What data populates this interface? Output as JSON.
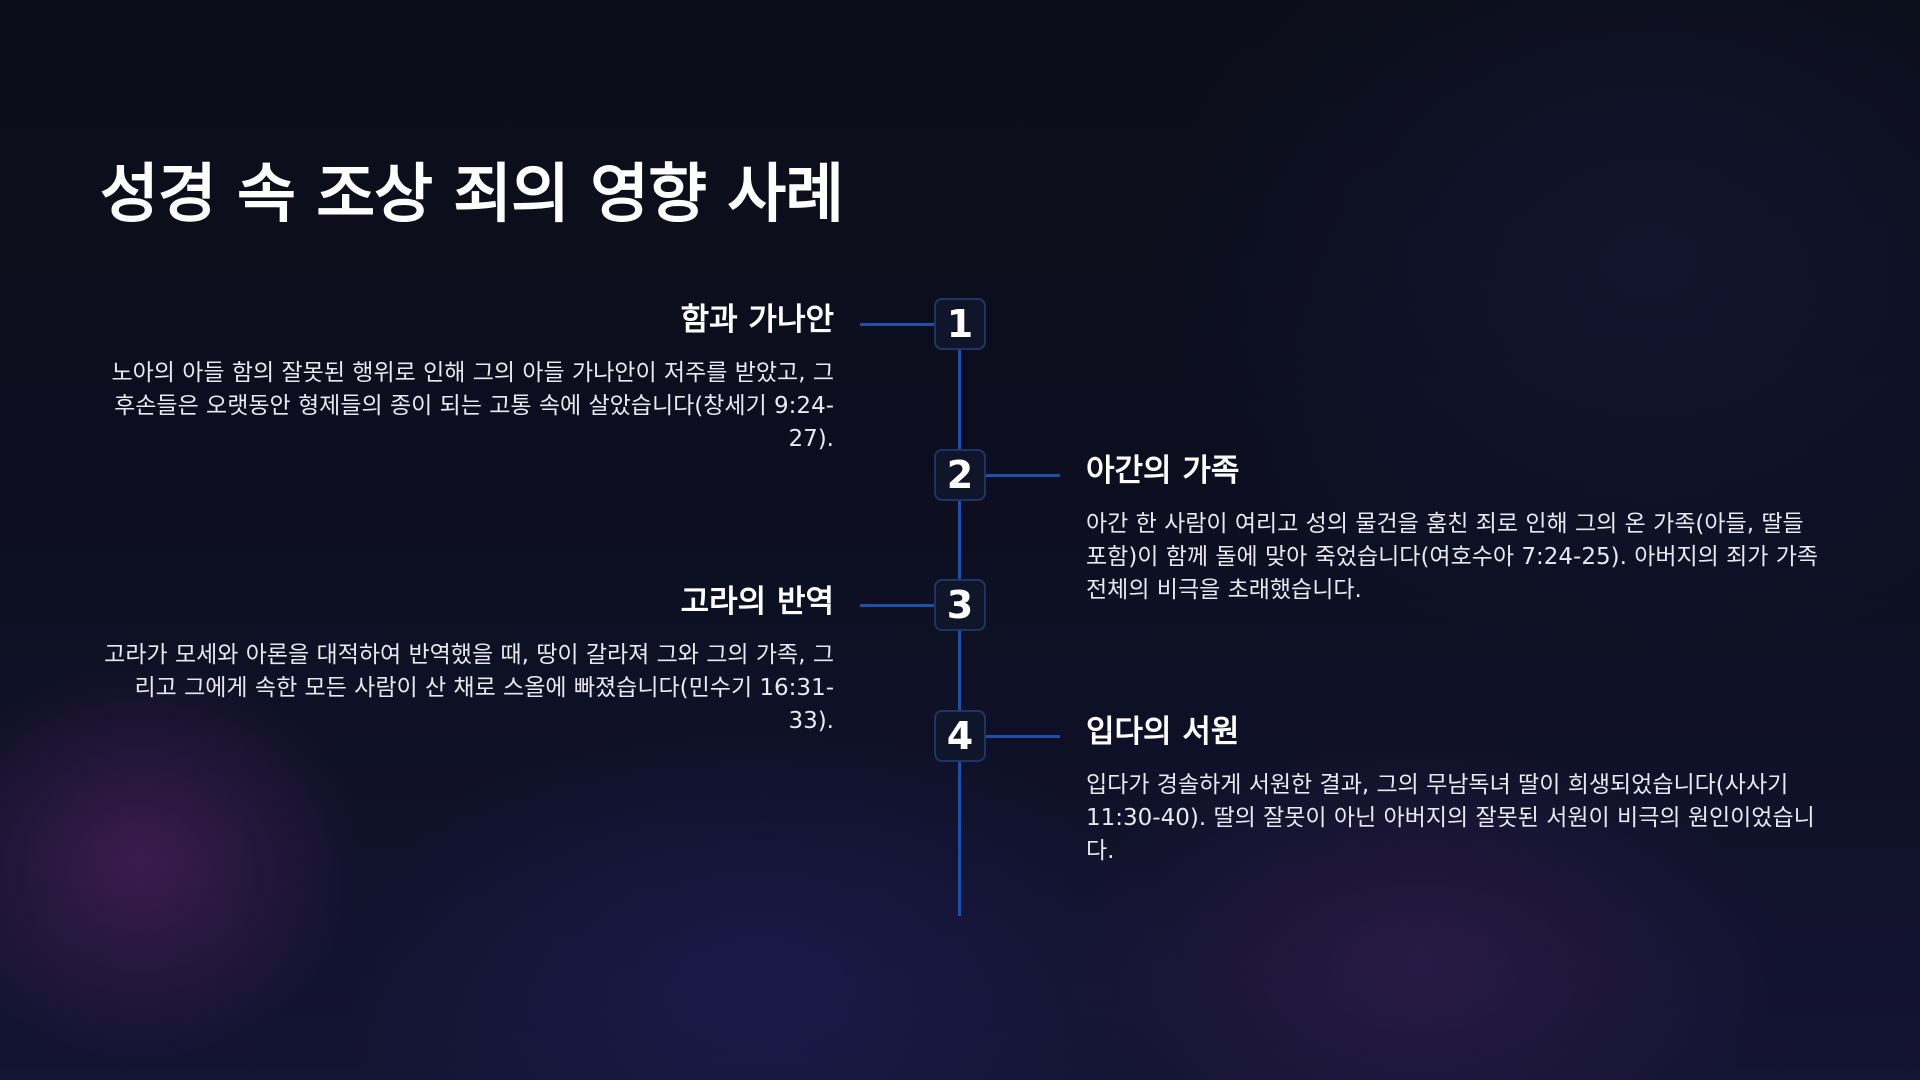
{
  "slide": {
    "title": "성경 속 조상 죄의 영향 사례"
  },
  "timeline": {
    "items": [
      {
        "number": "1",
        "heading": "함과 가나안",
        "description": "노아의 아들 함의 잘못된 행위로 인해 그의 아들 가나안이 저주를 받았고, 그 후손들은 오랫동안 형제들의 종이 되는 고통 속에 살았습니다(창세기 9:24-27)."
      },
      {
        "number": "2",
        "heading": "아간의 가족",
        "description": "아간 한 사람이 여리고 성의 물건을 훔친 죄로 인해 그의 온 가족(아들, 딸들 포함)이 함께 돌에 맞아 죽었습니다(여호수아 7:24-25). 아버지의 죄가 가족 전체의 비극을 초래했습니다."
      },
      {
        "number": "3",
        "heading": "고라의 반역",
        "description": "고라가 모세와 아론을 대적하여 반역했을 때, 땅이 갈라져 그와 그의 가족, 그리고 그에게 속한 모든 사람이 산 채로 스올에 빠졌습니다(민수기 16:31-33)."
      },
      {
        "number": "4",
        "heading": "입다의 서원",
        "description": "입다가 경솔하게 서원한 결과, 그의 무남독녀 딸이 희생되었습니다(사사기 11:30-40). 딸의 잘못이 아닌 아버지의 잘못된 서원이 비극의 원인이었습니다."
      }
    ]
  }
}
